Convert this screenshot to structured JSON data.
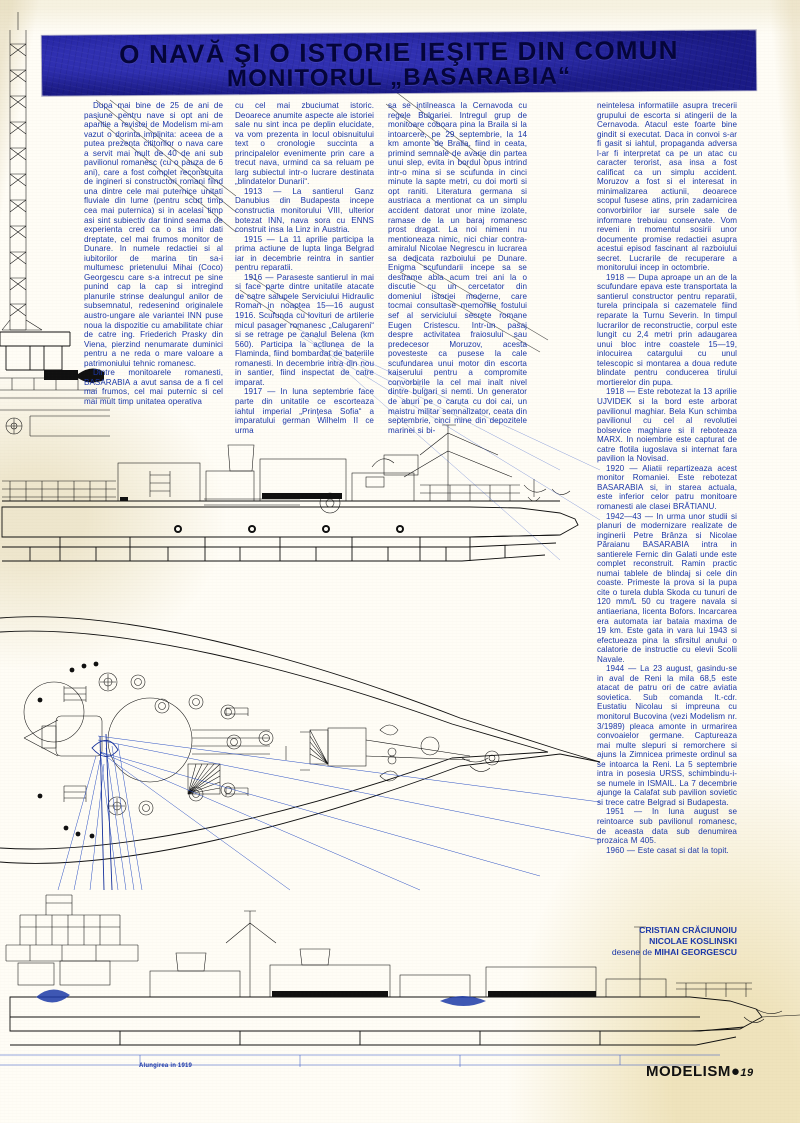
{
  "page": {
    "publication": "MODELISM",
    "page_number": "19",
    "separator": "●"
  },
  "banner": {
    "line1": "O NAVĂ ŞI O ISTORIE IEŞITE DIN COMUN",
    "line2": "MONITORUL „BASARABIA“"
  },
  "columns": {
    "col1": [
      "Dupa mai bine de 25 de ani de pasiune pentru nave si opt ani de aparitie a revistei de Modelism mi-am vazut o dorinta implinita: aceea de a putea prezenta cititorilor o nava care a servit mai mult de 40 de ani sub pavilionul romanesc (cu o pauza de 6 ani), care a fost complet reconstruita de ingineri si constructori romani fiind una dintre cele mai puternice unitati fluviale din lume (pentru scurt timp cea mai puternica) si in acelasi timp asi sint subiectiv dar tinind seama de experienta cred ca o sa imi dati dreptate, cel mai frumos monitor de Dunare. In numele redactiei si al iubitorilor de marina tin sa-i multumesc prietenului Mihai (Coco) Georgescu care s-a intrecut pe sine punind cap la cap si intregind planurile strinse dealungul anilor de subsemnatul, redesenind originalele austro-ungare ale variantei INN puse noua la dispozitie cu amabilitate chiar de catre ing. Friederich Prasky din Viena, pierzind nenumarate duminici pentru a ne reda o mare valoare a patrimoniului tehnic romanesc.",
      "Dintre monitoarele romanesti, BASARABIA a avut sansa de a fi cel mai frumos, cel mai puternic si cel mai mult timp unitatea operativa"
    ],
    "col2": [
      "cu cel mai zbuciumat istoric. Deoarece anumite aspecte ale istoriei sale nu sint inca pe deplin elucidate, va vom prezenta in locul obisnuitului text o cronologie succinta a principalelor evenimente prin care a trecut nava, urmind ca sa reluam pe larg subiectul intr-o lucrare destinata „blindatelor Dunarii“.",
      "1913 — La santierul Ganz Danubius din Budapesta incepe constructia monitorului VIII, ulterior botezat INN, nava sora cu ENNS construit insa la Linz in Austria.",
      "1915 — La 11 aprilie participa la prima actiune de lupta linga Belgrad iar in decembrie reintra in santier pentru reparatii.",
      "1916 — Paraseste santierul in mai si face parte dintre unitatile atacate de catre salupele Serviciului Hidraulic Roman in noaptea 15—16 august 1916. Scufunda cu lovituri de artilerie micul pasager romanesc „Calugareni“ si se retrage pe canalul Belena (km 560). Participa la actiunea de la Flaminda, fiind bombardat de bateriile romanesti. In decembrie intra din nou in santier, fiind inspectat de catre imparat.",
      "1917 — In luna septembrie face parte din unitatile ce escorteaza iahtul imperial „Prinţesa Sofia“ a imparatului german Wilhelm II ce urma"
    ],
    "col3": [
      "sa se intilneasca la Cernavoda cu regele Bulgariei. Intregul grup de monitoare coboara pina la Braila si la intoarcere, pe 29 septembrie, la 14 km amonte de Braila, fiind in ceata, primind semnale de avarie din partea unui slep, evita in bordul opus intrind intr-o mina si se scufunda in cinci minute la sapte metri, cu doi morti si opt raniti. Literatura germana si austriaca a mentionat ca un simplu accident datorat unor mine izolate, ramase de la un baraj romanesc prost dragat. La noi nimeni nu mentioneaza nimic, nici chiar contra-amiralul Nicolae Negrescu in lucrarea sa dedicata razboiului pe Dunare. Enigma scufundarii incepe sa se destrame abia acum trei ani la o discutie cu un cercetator din domeniul istoriei moderne, care tocmai consultase memoriile fostului sef al serviciului secrete romane Eugen Cristescu. Intr-un pasaj despre activitatea fraiosului sau predecesor Moruzov, acesta povesteste ca pusese la cale scufundarea unui motor din escorta kaiserului pentru a compromite convorbirile la cel mai inalt nivel dintre bulgari si nemti. Un generator de aburi pe o caruta cu doi cai, un maistru militar semnalizator, ceata din septembrie, cinci mine din depozitele marinei si bi-"
    ],
    "col4": [
      "neintelesa informatiile asupra trecerii grupului de escorta si atingerii de la Cernavoda. Atacul este foarte bine gindit si executat. Daca in convoi s-ar fi gasit si iahtul, propaganda adversa l-ar fi interpretat ca pe un atac cu caracter terorist, asa insa a fost calificat ca un simplu accident. Moruzov a fost si el interesat in minimalizarea actiunii, deoarece scopul fusese atins, prin zadarnicirea convorbirilor iar sursele sale de informare trebuiau conservate. Vom reveni in momentul sosirii unor documente promise redactiei asupra acestui episod fascinant al razboiului secret. Lucrarile de recuperare a monitorului incep in octombrie.",
      "1918 — Dupa aproape un an de la scufundare epava este transportata la santierul constructor pentru reparatii, turela principala si cazematele fiind reparate la Turnu Severin. In timpul lucrarilor de reconstructie, corpul este lungit cu 2,4 metri prin adaugarea unui bloc intre coastele 15—19, inlocuirea catargului cu unul telescopic si montarea a doua redute blindate pentru conducerea tirului mortierelor din pupa.",
      "1918 — Este rebotezat la 13 aprilie UJVIDEK si la bord este arborat pavilionul maghiar. Bela Kun schimba pavilionul cu cel al revolutiei bolsevice maghiare si il reboteaza MARX. In noiembrie este capturat de catre flotila iugoslava si internat fara pavilion la Novisad.",
      "1920 — Aliatii repartizeaza acest monitor Romaniei. Este rebotezat BASARABIA si, in starea actuala, este inferior celor patru monitoare romanesti ale clasei BRĂTIANU.",
      "1942—43 — In urma unor studii si planuri de modernizare realizate de inginerii Petre Brânza si Nicolae Păraianu BASARABIA intra in santierele Fernic din Galati unde este complet reconstruit. Ramin practic numai tablele de blindaj si cele din coaste. Primeste la prova si la pupa cite o turela dubla Skoda cu tunuri de 120 mm/L 50 cu tragere navala si antiaeriana, licenta Bofors. Incarcarea era automata iar bataia maxima de 19 km. Este gata in vara lui 1943 si efectueaza pina la sfirsitul anului o calatorie de instructie cu elevii Scolii Navale.",
      "1944 — La 23 august, gasindu-se in aval de Reni la mila 68,5 este atacat de patru ori de catre aviatia sovietica. Sub comanda lt.-cdr. Eustatiu Nicolau si impreuna cu monitorul Bucovina (vezi Modelism nr. 3/1989) pleaca amonte in urmarirea convoaielor germane. Captureaza mai multe slepuri si remorchere si ajuns la Zimnicea primeste ordinul sa se intoarca la Reni. La 5 septembrie intra in posesia URSS, schimbindu-i-se numele in ISMAIL. La 7 decembrie ajunge la Calafat sub pavilion sovietic si trece catre Belgrad si Budapesta.",
      "1951 — In luna august se reintoarce sub pavilionul romanesc, de aceasta data sub denumirea prozaica M 405.",
      "1960 — Este casat si dat la topit."
    ]
  },
  "byline": {
    "author1": "CRISTIAN CRĂCIUNOIU",
    "author2": "NICOLAE KOSLINSKI",
    "drawn_by_label": "desene de",
    "drawn_by": "MIHAI GEORGESCU"
  },
  "drawing": {
    "caption_bottom": "Alungirea in 1919"
  }
}
